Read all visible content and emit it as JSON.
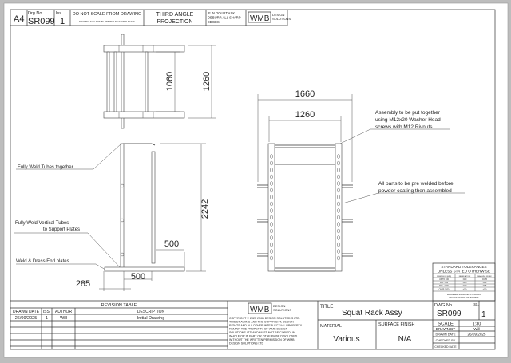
{
  "header": {
    "sheet_size": "A4",
    "drg_no_label": "Drg No.",
    "drg_no": "SR099",
    "iss_label": "Iss.",
    "iss": "1",
    "do_not_scale": "DO NOT SCALE FROM DRAWING",
    "not_printed_note": "DRAWING MAY NOT BE PRINTED TO STATED SCALE",
    "projection_line1": "THIRD ANGLE",
    "projection_line2": "PROJECTION",
    "doubt_line1": "IF IN DOUBT ASK",
    "doubt_line2": "DEBURR ALL SHARP",
    "doubt_line3": "EDGES",
    "logo": "WMB",
    "logo_sub1": "DESIGN",
    "logo_sub2": "SOLUTIONS"
  },
  "dimensions": {
    "plan_inner": "1060",
    "plan_outer": "1260",
    "height": "2242",
    "depth_upper": "500",
    "depth_lower": "500",
    "offset": "285",
    "front_outer": "1660",
    "front_inner": "1260"
  },
  "annotations": {
    "weld_tubes": "Fully Weld Tubes together",
    "weld_vertical_1": "Fully Weld Vertical Tubes",
    "weld_vertical_2": "to Support Plates",
    "weld_end": "Weld & Dress End plates",
    "assembly_1": "Assembly to be put together",
    "assembly_2": "using M12x20 Washer Head",
    "assembly_3": "screws with M12 Rivnuts",
    "prewelded_1": "All parts to be pre welded before",
    "prewelded_2": "powder coating then assembled"
  },
  "tolerances": {
    "title1": "STANDARD TOLERANCES",
    "title2": "UNLESS STATED OTHERWISE",
    "headers": [
      "DIMENSION (MM)",
      "FABRICATION",
      "MACHINE WORK"
    ],
    "rows": [
      [
        "UP TO 100",
        "±1.0",
        "±0.25"
      ],
      [
        "100 - 500",
        "±1.5",
        "±0.4"
      ],
      [
        "500 - 1000",
        "±2.0",
        "±0.5"
      ],
      [
        "OVER 1000",
        "±3.0",
        "±1.0"
      ]
    ],
    "note1": "MACHINED SURFACES 1.6 MICRO",
    "note2": "UNLESS STATED OTHERWISE"
  },
  "revision_table": {
    "title": "REVISION TABLE",
    "headers": [
      "DRAWN DATE",
      "ISS.",
      "AUTHOR",
      "DESCRIPTION"
    ],
    "rows": [
      [
        "26/09/2025",
        "1",
        "Will",
        "Initial Drawing"
      ]
    ]
  },
  "copyright": {
    "logo": "WMB",
    "logo_sub1": "DESIGN",
    "logo_sub2": "SOLUTIONS",
    "lines": [
      "COPYRIGHT © 2025 WMB DESIGN SOLUTIONS LTD.",
      "THIS DRAWING AND THE COPYRIGHT, DESIGN",
      "RIGHTS AND ALL OTHER INTERLECTUAL PROPERTY",
      "REMAIN THE PROPERTY OF WMB DESIGN",
      "SOLUTIONS LTD AND MUST NOT BE COPIED, IN",
      "WHOLE OR IN PART OR OTHERWISE DISCLOSED",
      "WITHOUT THE WRITTEN PERMISSION OF WMB",
      "DESIGN SOLUTIONS LTD"
    ]
  },
  "title_block": {
    "title_label": "TITLE",
    "title": "Squat Rack Assy",
    "material_label": "MATERIAL",
    "material": "Various",
    "finish_label": "SURFACE FINISH",
    "finish": "N/A",
    "dwg_no_label": "DWG No.",
    "dwg_no": "SR099",
    "iss_label": "Iss.",
    "iss": "1",
    "scale_label": "SCALE",
    "scale": "1:30",
    "drawn_by_label": "DRAWN BY",
    "drawn_by": "Will",
    "drawn_date_label": "DRAWN DATE",
    "drawn_date": "26/09/2025",
    "checked_by_label": "CHECKED BY",
    "checked_by": "",
    "checked_date_label": "CHECKED DATE",
    "checked_date": ""
  }
}
